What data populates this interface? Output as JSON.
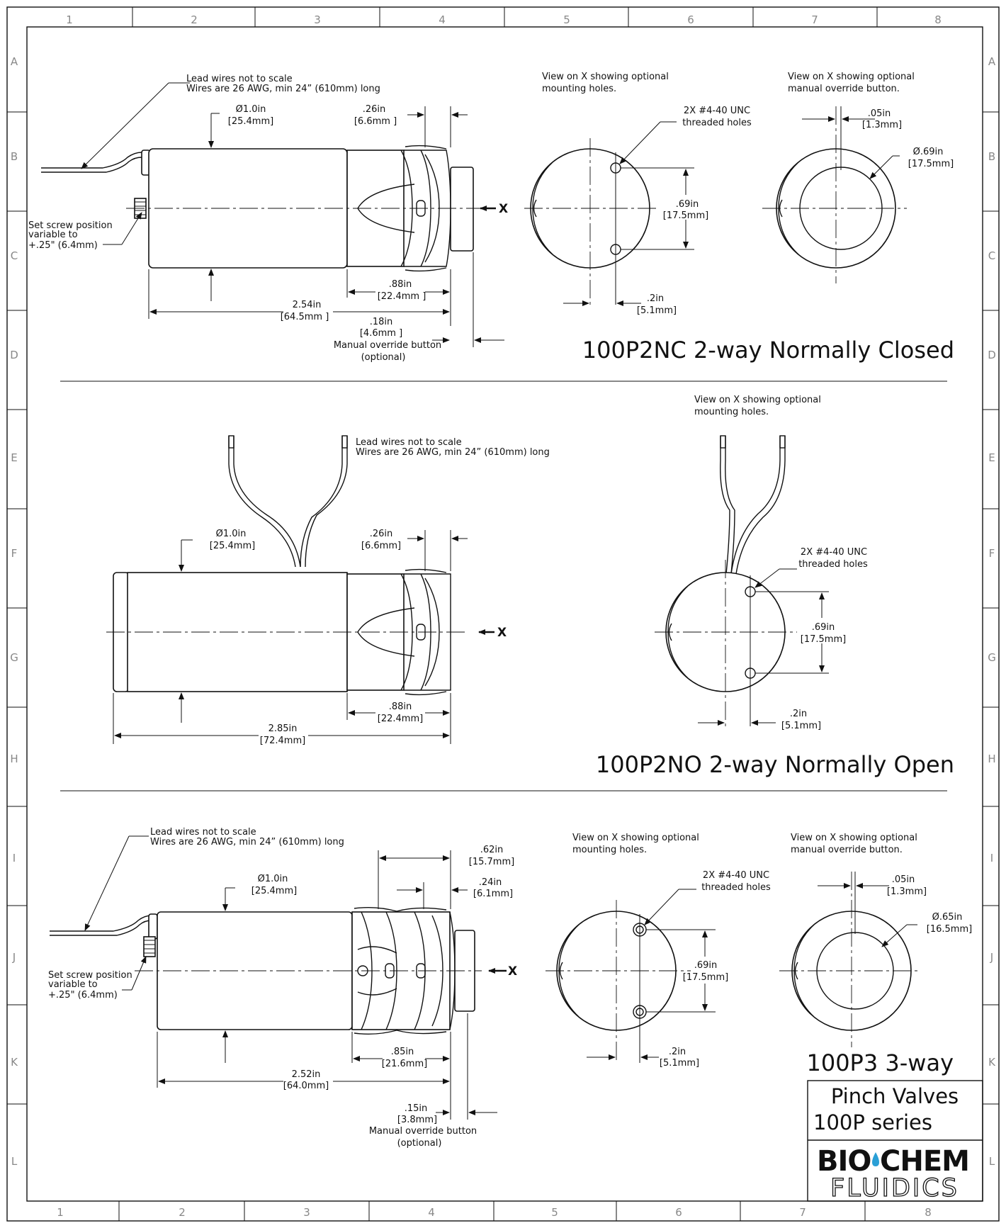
{
  "zone_columns": [
    "1",
    "2",
    "3",
    "4",
    "5",
    "6",
    "7",
    "8"
  ],
  "zone_rows": [
    "A",
    "B",
    "C",
    "D",
    "E",
    "F",
    "G",
    "H",
    "I",
    "J",
    "K",
    "L"
  ],
  "section_nc": {
    "title": "100P2NC 2-way Normally Closed",
    "lead_note_1": "Lead wires not to scale",
    "lead_note_2": "Wires are 26 AWG, min 24” (610mm) long",
    "dia_in": "Ø1.0in",
    "dia_mm": "[25.4mm]",
    "d026_in": ".26in",
    "d026_mm": "[6.6mm  ]",
    "d088_in": ".88in",
    "d088_mm": "[22.4mm  ]",
    "d254_in": "2.54in",
    "d254_mm": "[64.5mm  ]",
    "d018_in": ".18in",
    "d018_mm": "[4.6mm  ]",
    "override_1": "Manual override button",
    "override_2": "(optional)",
    "setscrew_1": "Set screw position",
    "setscrew_2": "variable to",
    "setscrew_3": "+.25\" (6.4mm)",
    "x_mark": "X",
    "view_mount_1": "View on X showing optional",
    "view_mount_2": "mounting holes.",
    "holes_1": "2X #4-40 UNC",
    "holes_2": "threaded holes",
    "d069_in": ".69in",
    "d069_mm": "[17.5mm]",
    "d02_in": ".2in",
    "d02_mm": "[5.1mm]",
    "view_over_1": "View on X showing optional",
    "view_over_2": "manual override button.",
    "d005_in": ".05in",
    "d005_mm": "[1.3mm]",
    "dbtn_in": "Ø.69in",
    "dbtn_mm": "[17.5mm]"
  },
  "section_no": {
    "title": "100P2NO 2-way Normally Open",
    "lead_note_1": "Lead wires not to scale",
    "lead_note_2": "Wires are 26 AWG, min 24” (610mm) long",
    "dia_in": "Ø1.0in",
    "dia_mm": "[25.4mm]",
    "d026_in": ".26in",
    "d026_mm": "[6.6mm]",
    "d088_in": ".88in",
    "d088_mm": "[22.4mm]",
    "d285_in": "2.85in",
    "d285_mm": "[72.4mm]",
    "x_mark": "X",
    "view_mount_1": "View on X showing optional",
    "view_mount_2": "mounting holes.",
    "holes_1": "2X #4-40 UNC",
    "holes_2": "threaded holes",
    "d069_in": ".69in",
    "d069_mm": "[17.5mm]",
    "d02_in": ".2in",
    "d02_mm": "[5.1mm]"
  },
  "section_3w": {
    "title": "100P3 3-way",
    "lead_note_1": "Lead wires not to scale",
    "lead_note_2": "Wires are 26 AWG, min 24” (610mm) long",
    "dia_in": "Ø1.0in",
    "dia_mm": "[25.4mm]",
    "d062_in": ".62in",
    "d062_mm": "[15.7mm]",
    "d024_in": ".24in",
    "d024_mm": "[6.1mm]",
    "d085_in": ".85in",
    "d085_mm": "[21.6mm]",
    "d252_in": "2.52in",
    "d252_mm": "[64.0mm]",
    "d015_in": ".15in",
    "d015_mm": "[3.8mm]",
    "override_1": "Manual override button",
    "override_2": "(optional)",
    "setscrew_1": "Set screw position",
    "setscrew_2": "variable to",
    "setscrew_3": "+.25\" (6.4mm)",
    "x_mark": "X",
    "view_mount_1": "View on X showing optional",
    "view_mount_2": "mounting holes.",
    "holes_1": "2X #4-40 UNC",
    "holes_2": "threaded holes",
    "d069_in": ".69in",
    "d069_mm": "[17.5mm]",
    "d02_in": ".2in",
    "d02_mm": "[5.1mm]",
    "view_over_1": "View on X showing optional",
    "view_over_2": "manual override button.",
    "d005_in": ".05in",
    "d005_mm": "[1.3mm]",
    "dbtn_in": "Ø.65in",
    "dbtn_mm": "[16.5mm]"
  },
  "title_block": {
    "line1": "Pinch Valves",
    "line2": "100P series",
    "logo_1": "BIO",
    "logo_2": "CHEM",
    "logo_3": "FLUIDICS",
    "logo_drop_color": "#2a9fd6"
  }
}
